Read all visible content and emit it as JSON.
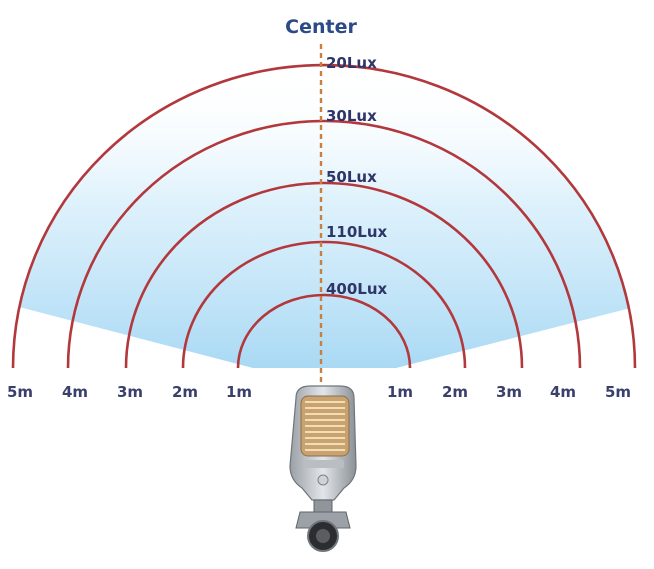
{
  "center_label": "Center",
  "lux_levels": [
    "20Lux",
    "30Lux",
    "50Lux",
    "110Lux",
    "400Lux"
  ],
  "left_distances": [
    "5m",
    "4m",
    "3m",
    "2m",
    "1m"
  ],
  "right_distances": [
    "1m",
    "2m",
    "3m",
    "4m",
    "5m"
  ],
  "colors": {
    "arc": "#b2383c",
    "beam": "#bfe3f7",
    "center_line": "#c9803e",
    "label_text": "#3a3f6b"
  }
}
